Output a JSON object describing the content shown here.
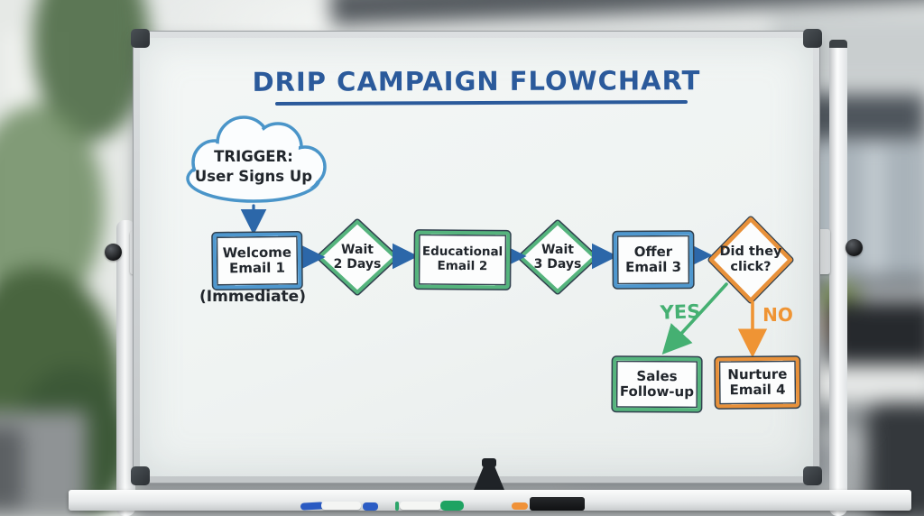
{
  "title": {
    "text": "DRIP CAMPAIGN FLOWCHART"
  },
  "flowchart": {
    "trigger": {
      "line1": "TRIGGER:",
      "line2": "User Signs Up"
    },
    "welcome": {
      "line1": "Welcome",
      "line2": "Email 1",
      "note": "(Immediate)"
    },
    "wait2": {
      "line1": "Wait",
      "line2": "2 Days"
    },
    "educational": {
      "line1": "Educational",
      "line2": "Email 2"
    },
    "wait3": {
      "line1": "Wait",
      "line2": "3 Days"
    },
    "offer": {
      "line1": "Offer",
      "line2": "Email 3"
    },
    "decision": {
      "line1": "Did they",
      "line2": "click?"
    },
    "yes_label": "YES",
    "no_label": "NO",
    "sales": {
      "line1": "Sales",
      "line2": "Follow-up"
    },
    "nurture": {
      "line1": "Nurture",
      "line2": "Email 4"
    }
  },
  "colors": {
    "title_blue": "#2b5a9b",
    "node_blue": "#4f98cf",
    "node_green": "#55b47d",
    "node_orange": "#e8913a",
    "arrow_blue": "#2c67a9",
    "yes_green": "#45b072",
    "no_orange": "#ef9434",
    "ink": "#21262c"
  },
  "scene": {
    "tray_items": [
      "marker-blue",
      "cap-blue",
      "marker-green",
      "cap-orange",
      "eraser-black"
    ]
  }
}
